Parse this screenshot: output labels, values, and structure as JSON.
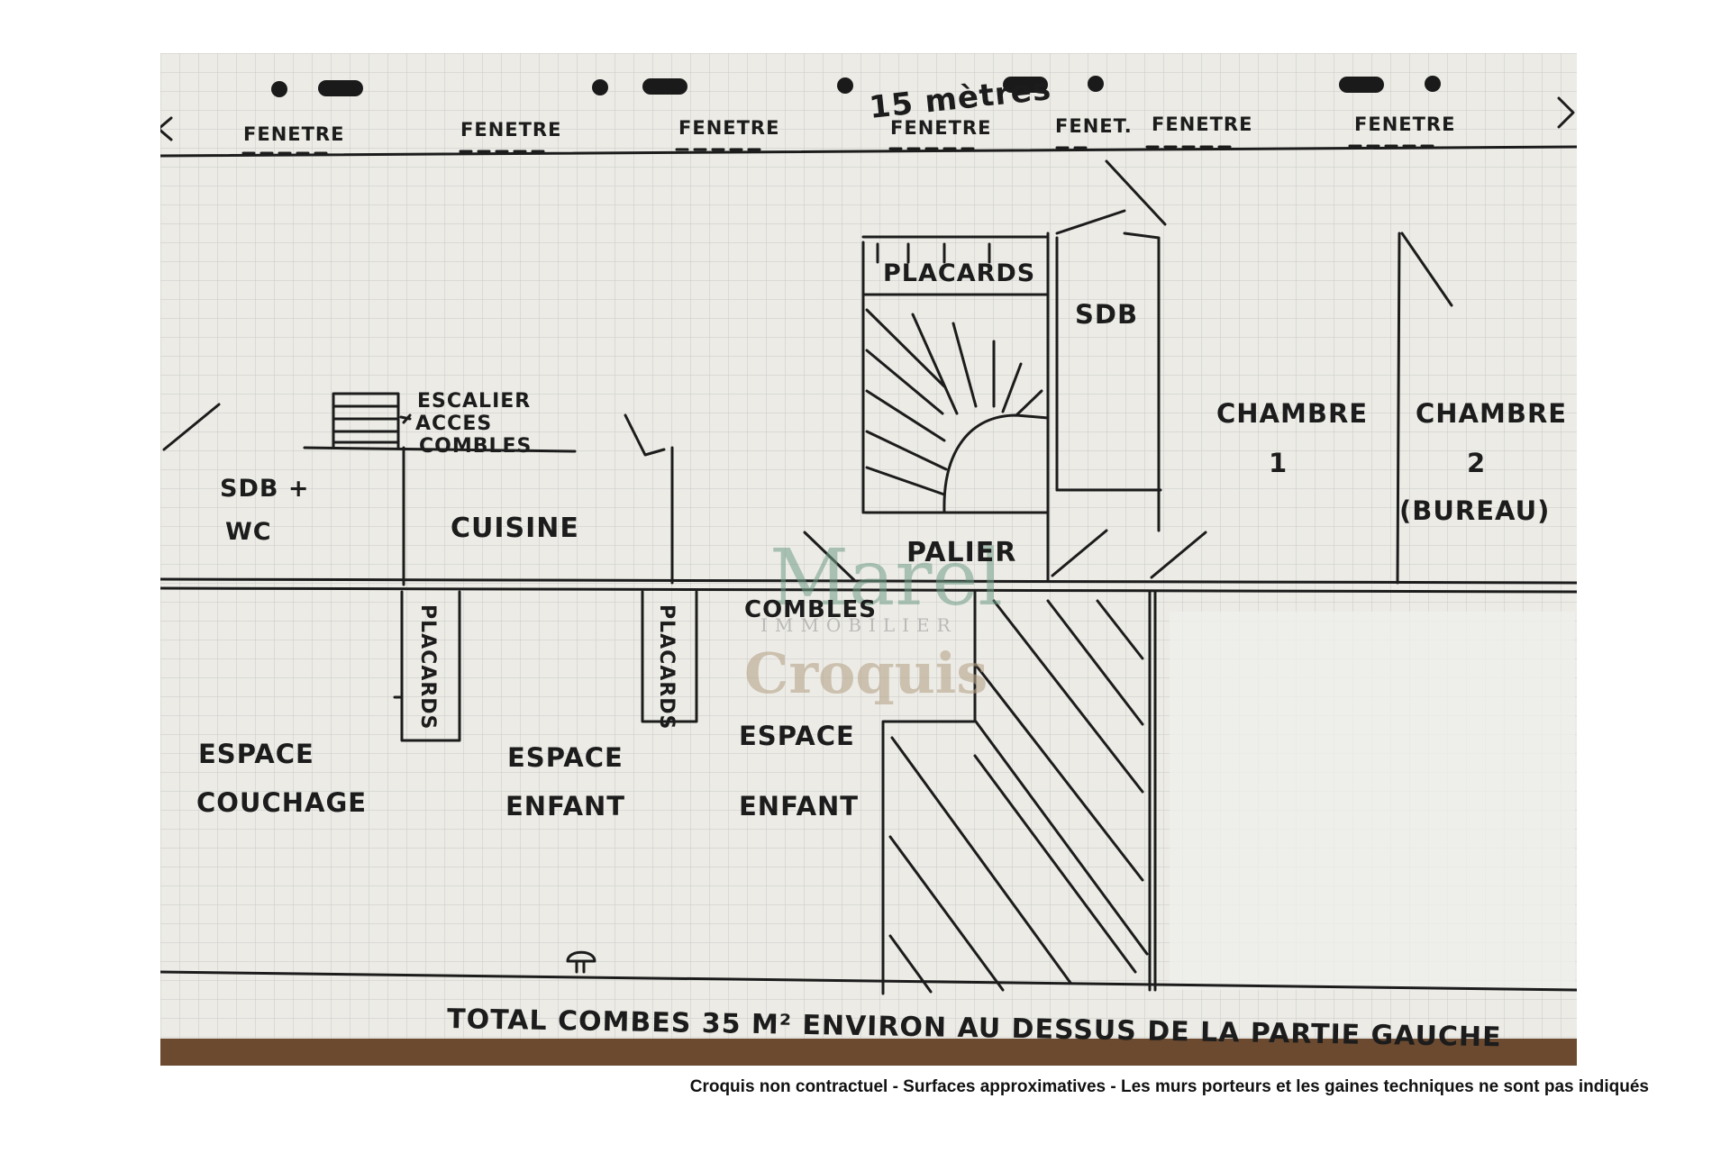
{
  "labels": {
    "dimension": "15 mètres",
    "windows": [
      "FENETRE",
      "FENETRE",
      "FENETRE",
      "FENETRE",
      "FENET.",
      "FENETRE",
      "FENETRE"
    ],
    "placards_top": "PLACARDS",
    "sdb": "SDB",
    "escalier_line1": "ESCALIER",
    "escalier_line2": "ACCES",
    "escalier_line3": "COMBLES",
    "sdb_wc_line1": "SDB +",
    "sdb_wc_line2": "WC",
    "cuisine": "CUISINE",
    "palier": "PALIER",
    "chambre1_line1": "CHAMBRE",
    "chambre1_line2": "1",
    "chambre2_line1": "CHAMBRE",
    "chambre2_line2": "2",
    "chambre2_line3": "(BUREAU)",
    "combles": "COMBLES",
    "placards_left": "PLACARDS",
    "placards_mid": "PLACARDS",
    "espace_couchage_line1": "ESPACE",
    "espace_couchage_line2": "COUCHAGE",
    "espace_enfant1_line1": "ESPACE",
    "espace_enfant1_line2": "ENFANT",
    "espace_enfant2_line1": "ESPACE",
    "espace_enfant2_line2": "ENFANT",
    "total": "TOTAL COMBES 35 M² ENVIRON AU DESSUS DE LA PARTIE GAUCHE"
  },
  "watermark": {
    "logo": "Marel",
    "sub": "IMMOBILIER",
    "croquis": "Croquis"
  },
  "caption": "Croquis non contractuel - Surfaces approximatives - Les murs porteurs et les gaines techniques ne sont pas indiqués",
  "colors": {
    "paper": "#ecebe6",
    "grid": "#c9c9c6",
    "ink": "#1c1c1c",
    "watermark_green": "#6f9d86",
    "watermark_tan": "#b7a48a",
    "wood": "#6b4a30"
  }
}
